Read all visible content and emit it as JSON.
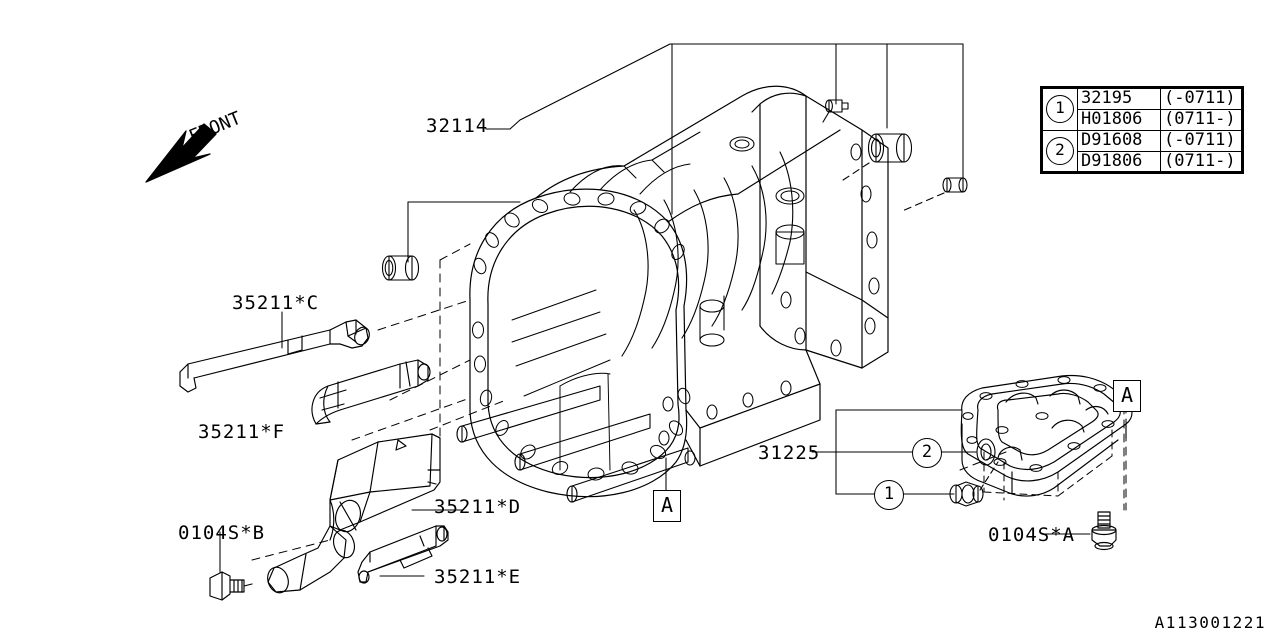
{
  "diagram": {
    "drawing_number": "A113001221",
    "orientation_marker": "FRONT"
  },
  "labels": {
    "case_assembly": "32114",
    "oil_pan": "31225",
    "bracket_c": "35211*C",
    "bracket_f": "35211*F",
    "shield_d": "35211*D",
    "bracket_e": "35211*E",
    "bolt_b": "0104S*B",
    "bolt_a": "0104S*A"
  },
  "section_markers": {
    "case_section": "A",
    "pan_section": "A"
  },
  "callouts": {
    "one": "1",
    "two": "2"
  },
  "legend": {
    "rows": [
      {
        "index": "1",
        "part_number": "32195",
        "range": "(-0711)"
      },
      {
        "index": "1",
        "part_number": "H01806",
        "range": "(0711-)"
      },
      {
        "index": "2",
        "part_number": "D91608",
        "range": "(-0711)"
      },
      {
        "index": "2",
        "part_number": "D91806",
        "range": "(0711-)"
      }
    ]
  },
  "colors": {
    "line": "#000000",
    "background": "#ffffff"
  }
}
